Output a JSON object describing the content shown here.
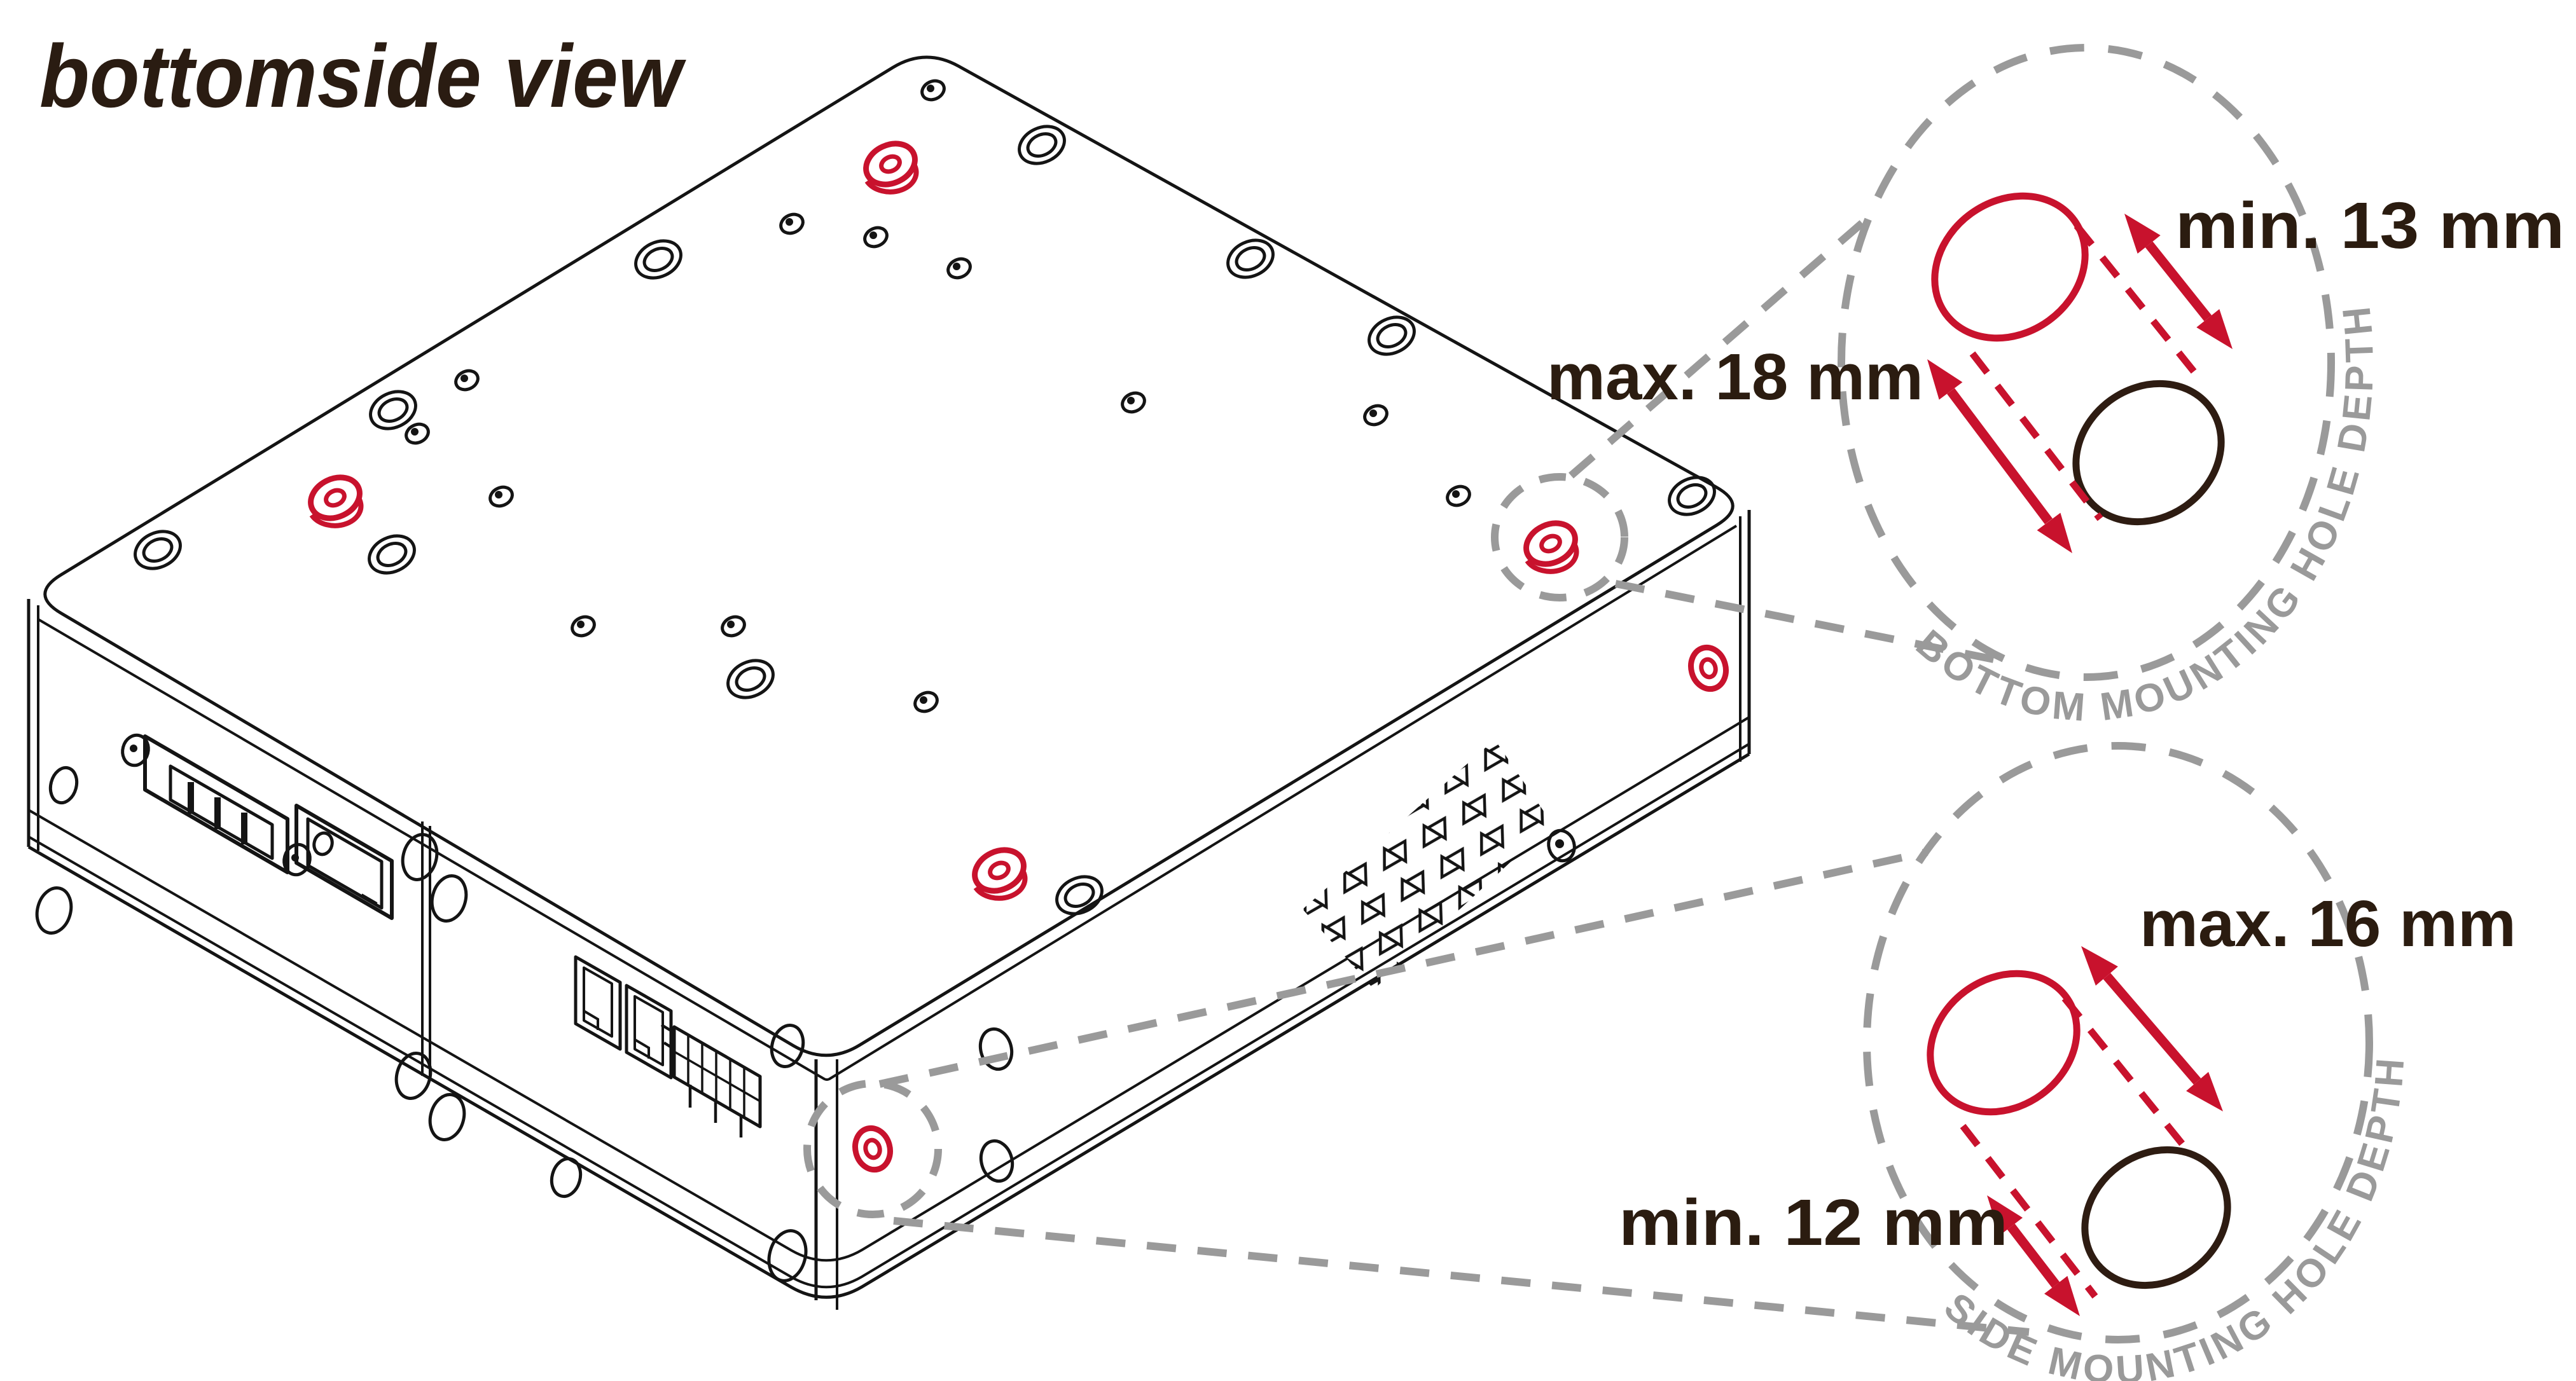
{
  "title": "bottomside view",
  "colors": {
    "accent_red": "#c8122d",
    "text_dark": "#2b1c10",
    "leader_gray": "#9a9a9a",
    "line_black": "#141414"
  },
  "callouts": {
    "bottom_mounting": {
      "curved_label": "BOTTOM MOUNTING HOLE DEPTH",
      "min_depth": "min. 13  mm",
      "max_depth": "max. 18 mm"
    },
    "side_mounting": {
      "curved_label": "SIDE MOUNTING HOLE DEPTH",
      "max_depth": "max. 16 mm",
      "min_depth": "min. 12  mm"
    }
  },
  "icons": {
    "power_inlet": "iec-c14-inlet-icon",
    "power_switch": "rocker-switch-icon",
    "network_ports": "rj45-ports-icon",
    "terminal_block": "terminal-block-icon",
    "vents": "triangle-vent-grid-icon",
    "mounting_hole": "red-ring-mounting-hole-icon"
  }
}
